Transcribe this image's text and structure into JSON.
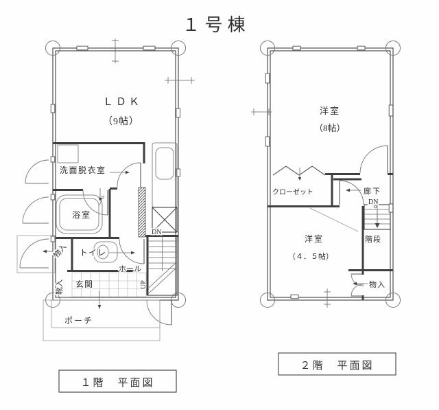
{
  "title": "１号棟",
  "floor1": {
    "caption": "１階　平面図",
    "ldk": "ＬＤＫ",
    "ldk_size": "（9帖）",
    "washroom": "洗面脱衣室",
    "bath": "浴室",
    "storage": "物入",
    "toilet": "トイレ",
    "shoe_cabinet": "靴入",
    "entrance": "玄関",
    "hall": "ホール",
    "up": "UP",
    "down": "DN",
    "porch": "ポーチ"
  },
  "floor2": {
    "caption": "２階　平面図",
    "room8": "洋室",
    "room8_size": "（8帖）",
    "closet": "クローゼット",
    "corridor": "廊下",
    "down": "DN",
    "stairs": "階段",
    "room45": "洋室",
    "room45_size": "（４．５帖）",
    "storage": "物入"
  }
}
